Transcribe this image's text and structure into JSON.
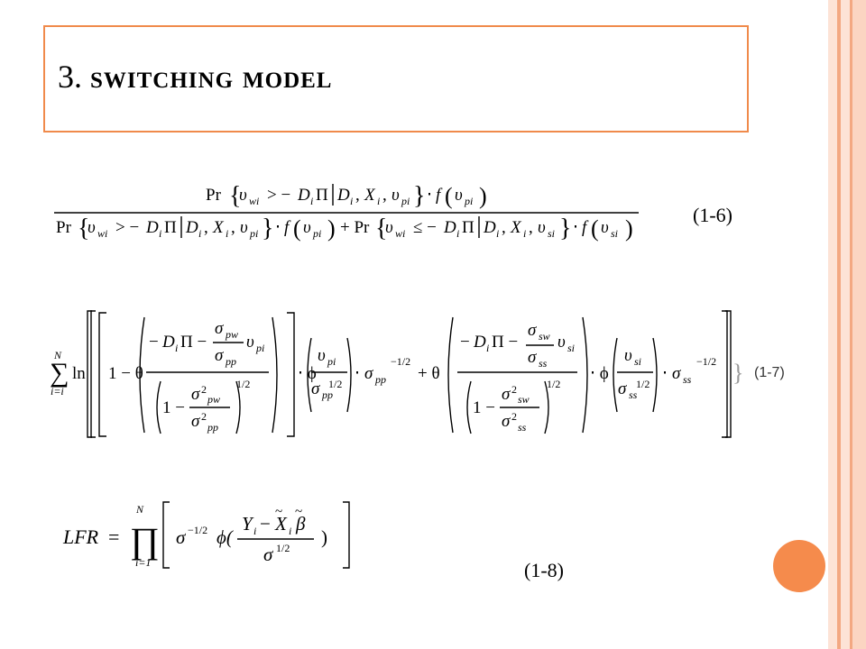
{
  "slide": {
    "title_number": "3.",
    "title_text": "switching model"
  },
  "equations": [
    {
      "id": "1-6",
      "label": "(1-6)"
    },
    {
      "id": "1-7",
      "label": "(1-7)"
    },
    {
      "id": "1-8",
      "label": "(1-8)"
    }
  ],
  "colors": {
    "accent": "#f08a4b",
    "dot": "#f58b4c",
    "stripe_light": "#fde3d6",
    "stripe_mid": "#f7b99a"
  }
}
